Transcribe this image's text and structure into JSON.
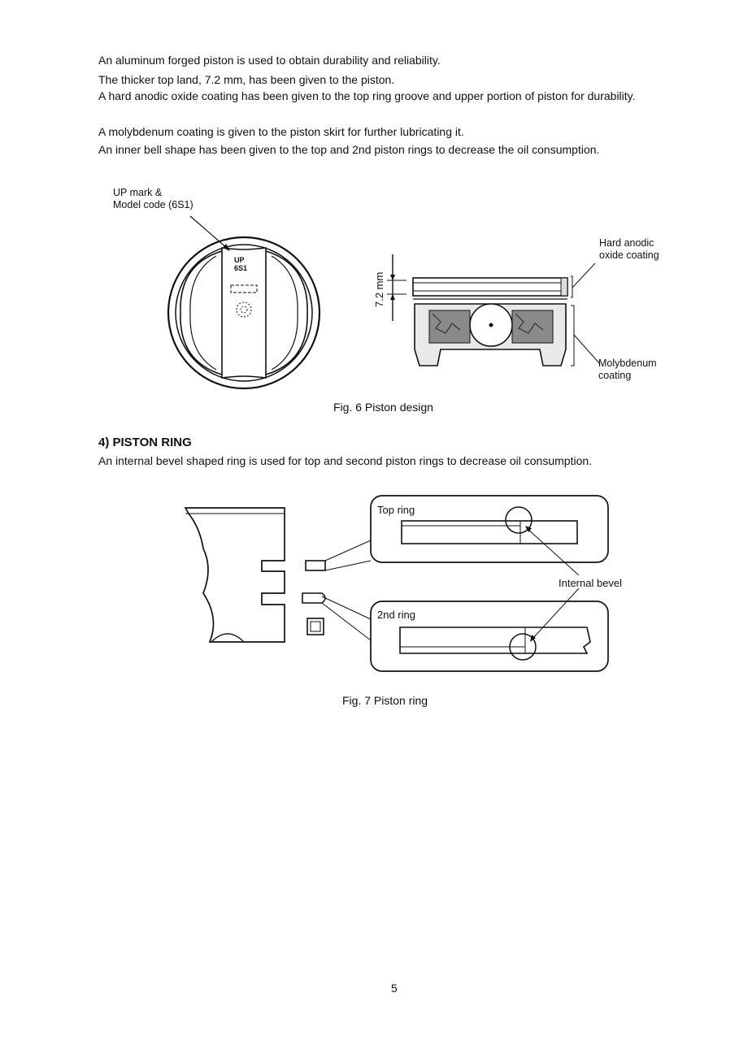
{
  "intro_paragraphs": [
    "An aluminum forged piston is used to obtain durability and reliability.",
    "The thicker top land, 7.2 mm, has been given to the piston.",
    "A hard anodic oxide coating has been given to the top ring groove and upper portion of piston for durability.",
    "A molybdenum coating is given to the piston skirt for further lubricating it.",
    "An inner bell shape has been given to the top and 2nd piston rings to decrease the oil consumption."
  ],
  "fig6": {
    "label_up_mark_line1": "UP mark &",
    "label_up_mark_line2": "Model code (6S1)",
    "crown_up": "UP",
    "crown_code": "6S1",
    "dimension": "7.2 mm",
    "label_hard_line1": "Hard anodic",
    "label_hard_line2": "oxide coating",
    "label_moly_line1": "Molybdenum",
    "label_moly_line2": "coating",
    "caption": "Fig. 6  Piston design"
  },
  "section": {
    "heading": "4) PISTON RING",
    "text": "An internal bevel shaped ring is used for top and second piston rings to decrease oil consumption."
  },
  "fig7": {
    "top_ring": "Top ring",
    "second_ring": "2nd ring",
    "internal_bevel": "Internal bevel",
    "caption": "Fig. 7  Piston ring"
  },
  "page_number": "5"
}
